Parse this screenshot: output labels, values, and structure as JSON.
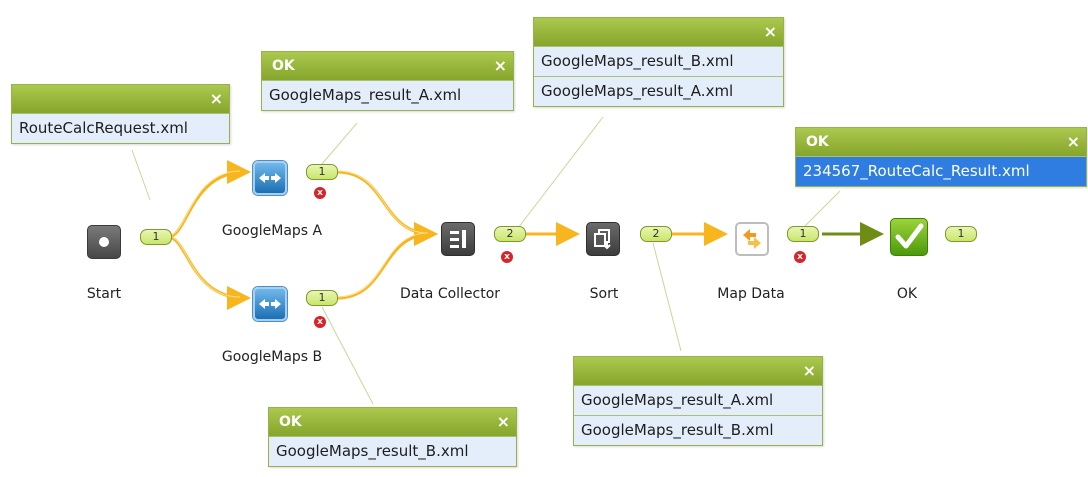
{
  "nodes": {
    "start": {
      "label": "Start",
      "badge": "1"
    },
    "gmaps_a": {
      "label": "GoogleMaps A",
      "badge": "1"
    },
    "gmaps_b": {
      "label": "GoogleMaps B",
      "badge": "1"
    },
    "collector": {
      "label": "Data Collector",
      "badge": "2"
    },
    "sort": {
      "label": "Sort",
      "badge": "2"
    },
    "mapdata": {
      "label": "Map Data",
      "badge": "1"
    },
    "ok": {
      "label": "OK",
      "badge": "1"
    }
  },
  "error_symbol": "x",
  "close_symbol": "×",
  "panels": {
    "start": {
      "title": "",
      "files": [
        "RouteCalcRequest.xml"
      ]
    },
    "gmaps_a": {
      "title": "OK",
      "files": [
        "GoogleMaps_result_A.xml"
      ]
    },
    "collector": {
      "title": "",
      "files": [
        "GoogleMaps_result_B.xml",
        "GoogleMaps_result_A.xml"
      ]
    },
    "mapdata": {
      "title": "OK",
      "files": [
        "234567_RouteCalc_Result.xml"
      ]
    },
    "sort": {
      "title": "",
      "files": [
        "GoogleMaps_result_A.xml",
        "GoogleMaps_result_B.xml"
      ]
    },
    "gmaps_b": {
      "title": "OK",
      "files": [
        "GoogleMaps_result_B.xml"
      ]
    }
  },
  "colors": {
    "flow_arrow": "#f7b51e",
    "final_arrow": "#6f8d14",
    "connector_line": "#c9d69a",
    "panel_header": "#9ab73f",
    "selected_row": "#2f7de1"
  }
}
